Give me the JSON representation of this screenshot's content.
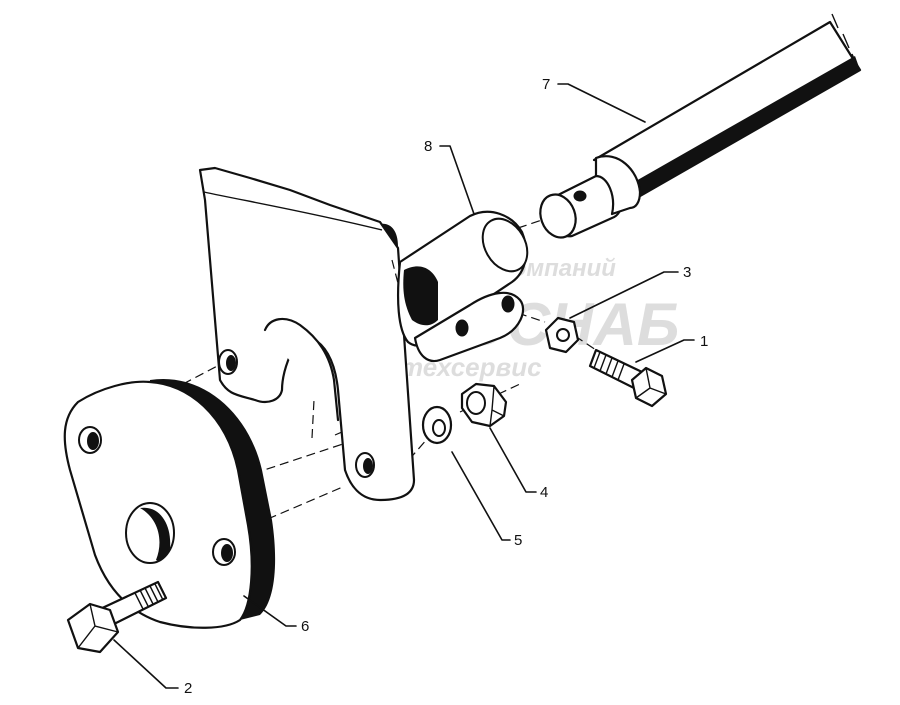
{
  "diagram": {
    "callouts": [
      {
        "id": "1",
        "label": "1"
      },
      {
        "id": "2",
        "label": "2"
      },
      {
        "id": "3",
        "label": "3"
      },
      {
        "id": "4",
        "label": "4"
      },
      {
        "id": "5",
        "label": "5"
      },
      {
        "id": "6",
        "label": "6"
      },
      {
        "id": "7",
        "label": "7"
      },
      {
        "id": "8",
        "label": "8"
      }
    ],
    "watermark": {
      "line1": "группа компаний",
      "line2": "АГРОСНАБ",
      "line3": "техсервис"
    }
  }
}
